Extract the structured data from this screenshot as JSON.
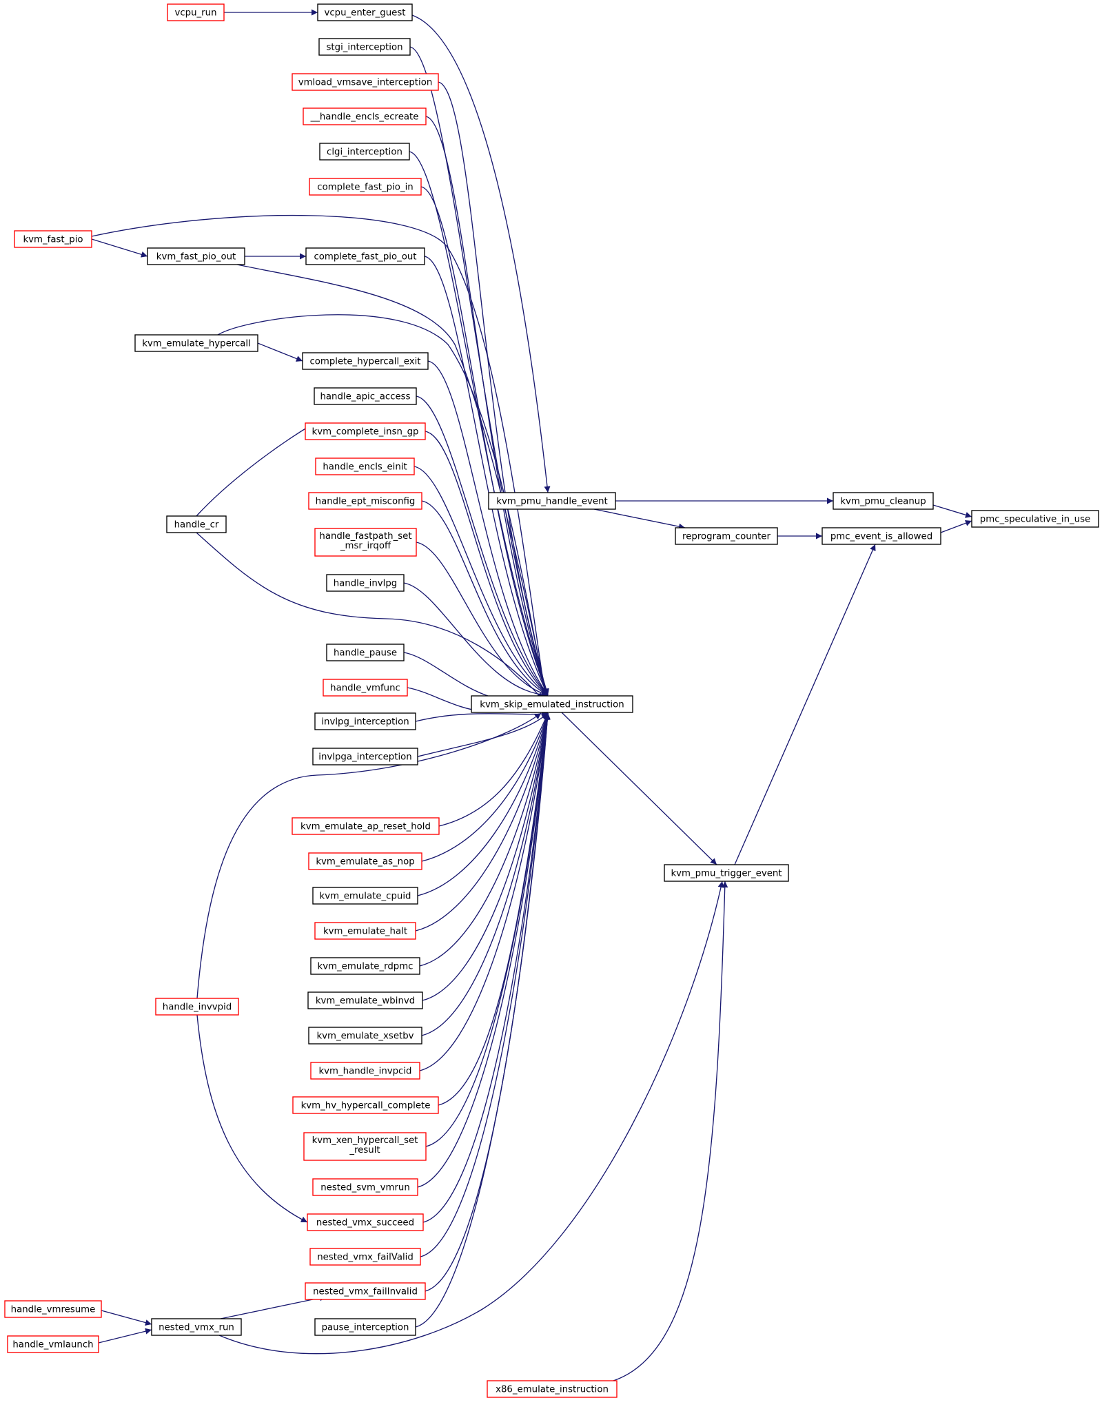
{
  "colors": {
    "edge": "#191970",
    "node_border_default": "#000000",
    "node_border_truncated": "#ff0000",
    "node_fill_focus": "#bfbfbf",
    "node_fill": "#ffffff"
  },
  "nodes": {
    "pmc_speculative_in_use": {
      "label": "pmc_speculative_in_use",
      "style": "focus"
    },
    "kvm_pmu_cleanup": {
      "label": "kvm_pmu_cleanup",
      "style": "black"
    },
    "pmc_event_is_allowed": {
      "label": "pmc_event_is_allowed",
      "style": "black"
    },
    "kvm_pmu_handle_event": {
      "label": "kvm_pmu_handle_event",
      "style": "black"
    },
    "reprogram_counter": {
      "label": "reprogram_counter",
      "style": "black"
    },
    "kvm_pmu_trigger_event": {
      "label": "kvm_pmu_trigger_event",
      "style": "black"
    },
    "kvm_skip_emulated_instruction": {
      "label": "kvm_skip_emulated_instruction",
      "style": "black"
    },
    "vcpu_enter_guest": {
      "label": "vcpu_enter_guest",
      "style": "black"
    },
    "vcpu_run": {
      "label": "vcpu_run",
      "style": "red"
    },
    "stgi_interception": {
      "label": "stgi_interception",
      "style": "black"
    },
    "vmload_vmsave_interception": {
      "label": "vmload_vmsave_interception",
      "style": "red"
    },
    "handle_encls_ecreate": {
      "label": "__handle_encls_ecreate",
      "style": "red"
    },
    "clgi_interception": {
      "label": "clgi_interception",
      "style": "black"
    },
    "complete_fast_pio_in": {
      "label": "complete_fast_pio_in",
      "style": "red"
    },
    "kvm_fast_pio": {
      "label": "kvm_fast_pio",
      "style": "red"
    },
    "kvm_fast_pio_out": {
      "label": "kvm_fast_pio_out",
      "style": "black"
    },
    "complete_fast_pio_out": {
      "label": "complete_fast_pio_out",
      "style": "black"
    },
    "kvm_emulate_hypercall": {
      "label": "kvm_emulate_hypercall",
      "style": "black"
    },
    "complete_hypercall_exit": {
      "label": "complete_hypercall_exit",
      "style": "black"
    },
    "handle_apic_access": {
      "label": "handle_apic_access",
      "style": "black"
    },
    "kvm_complete_insn_gp": {
      "label": "kvm_complete_insn_gp",
      "style": "red"
    },
    "handle_encls_einit": {
      "label": "handle_encls_einit",
      "style": "red"
    },
    "handle_ept_misconfig": {
      "label": "handle_ept_misconfig",
      "style": "red"
    },
    "handle_fastpath_set_msr_irqoff": {
      "label": "handle_fastpath_set",
      "label2": "_msr_irqoff",
      "style": "red"
    },
    "handle_invlpg": {
      "label": "handle_invlpg",
      "style": "black"
    },
    "handle_cr": {
      "label": "handle_cr",
      "style": "black"
    },
    "handle_pause": {
      "label": "handle_pause",
      "style": "black"
    },
    "handle_vmfunc": {
      "label": "handle_vmfunc",
      "style": "red"
    },
    "invlpg_interception": {
      "label": "invlpg_interception",
      "style": "black"
    },
    "invlpga_interception": {
      "label": "invlpga_interception",
      "style": "black"
    },
    "kvm_emulate_ap_reset_hold": {
      "label": "kvm_emulate_ap_reset_hold",
      "style": "red"
    },
    "kvm_emulate_as_nop": {
      "label": "kvm_emulate_as_nop",
      "style": "red"
    },
    "kvm_emulate_cpuid": {
      "label": "kvm_emulate_cpuid",
      "style": "black"
    },
    "kvm_emulate_halt": {
      "label": "kvm_emulate_halt",
      "style": "red"
    },
    "kvm_emulate_rdpmc": {
      "label": "kvm_emulate_rdpmc",
      "style": "black"
    },
    "kvm_emulate_wbinvd": {
      "label": "kvm_emulate_wbinvd",
      "style": "black"
    },
    "kvm_emulate_xsetbv": {
      "label": "kvm_emulate_xsetbv",
      "style": "black"
    },
    "kvm_handle_invpcid": {
      "label": "kvm_handle_invpcid",
      "style": "red"
    },
    "handle_invvpid": {
      "label": "handle_invvpid",
      "style": "red"
    },
    "kvm_hv_hypercall_complete": {
      "label": "kvm_hv_hypercall_complete",
      "style": "red"
    },
    "kvm_xen_hypercall_set_result": {
      "label": "kvm_xen_hypercall_set",
      "label2": "_result",
      "style": "red"
    },
    "nested_svm_vmrun": {
      "label": "nested_svm_vmrun",
      "style": "red"
    },
    "nested_vmx_succeed": {
      "label": "nested_vmx_succeed",
      "style": "red"
    },
    "nested_vmx_failValid": {
      "label": "nested_vmx_failValid",
      "style": "red"
    },
    "nested_vmx_failInvalid": {
      "label": "nested_vmx_failInvalid",
      "style": "red"
    },
    "pause_interception": {
      "label": "pause_interception",
      "style": "black"
    },
    "handle_vmresume": {
      "label": "handle_vmresume",
      "style": "red"
    },
    "handle_vmlaunch": {
      "label": "handle_vmlaunch",
      "style": "red"
    },
    "nested_vmx_run": {
      "label": "nested_vmx_run",
      "style": "black"
    },
    "x86_emulate_instruction": {
      "label": "x86_emulate_instruction",
      "style": "red"
    }
  },
  "edges": [
    [
      "kvm_pmu_cleanup",
      "pmc_speculative_in_use"
    ],
    [
      "pmc_event_is_allowed",
      "pmc_speculative_in_use"
    ],
    [
      "kvm_pmu_handle_event",
      "kvm_pmu_cleanup"
    ],
    [
      "reprogram_counter",
      "pmc_event_is_allowed"
    ],
    [
      "kvm_pmu_trigger_event",
      "pmc_event_is_allowed"
    ],
    [
      "kvm_pmu_handle_event",
      "reprogram_counter"
    ],
    [
      "vcpu_enter_guest",
      "kvm_pmu_handle_event"
    ],
    [
      "vcpu_run",
      "vcpu_enter_guest"
    ],
    [
      "kvm_skip_emulated_instruction",
      "kvm_pmu_trigger_event"
    ],
    [
      "x86_emulate_instruction",
      "kvm_pmu_trigger_event"
    ],
    [
      "nested_vmx_run",
      "kvm_pmu_trigger_event"
    ],
    [
      "kvm_fast_pio",
      "kvm_fast_pio_out"
    ],
    [
      "kvm_fast_pio_out",
      "complete_fast_pio_out"
    ],
    [
      "kvm_emulate_hypercall",
      "complete_hypercall_exit"
    ],
    [
      "handle_cr",
      "kvm_complete_insn_gp"
    ],
    [
      "handle_invvpid",
      "nested_vmx_succeed"
    ],
    [
      "nested_vmx_run",
      "nested_vmx_failInvalid"
    ],
    [
      "handle_vmresume",
      "nested_vmx_run"
    ],
    [
      "handle_vmlaunch",
      "nested_vmx_run"
    ],
    [
      "stgi_interception",
      "kvm_skip_emulated_instruction"
    ],
    [
      "vmload_vmsave_interception",
      "kvm_skip_emulated_instruction"
    ],
    [
      "handle_encls_ecreate",
      "kvm_skip_emulated_instruction"
    ],
    [
      "clgi_interception",
      "kvm_skip_emulated_instruction"
    ],
    [
      "complete_fast_pio_in",
      "kvm_skip_emulated_instruction"
    ],
    [
      "kvm_fast_pio",
      "kvm_skip_emulated_instruction"
    ],
    [
      "complete_fast_pio_out",
      "kvm_skip_emulated_instruction"
    ],
    [
      "kvm_fast_pio_out",
      "kvm_skip_emulated_instruction"
    ],
    [
      "kvm_emulate_hypercall",
      "kvm_skip_emulated_instruction"
    ],
    [
      "complete_hypercall_exit",
      "kvm_skip_emulated_instruction"
    ],
    [
      "handle_apic_access",
      "kvm_skip_emulated_instruction"
    ],
    [
      "kvm_complete_insn_gp",
      "kvm_skip_emulated_instruction"
    ],
    [
      "handle_encls_einit",
      "kvm_skip_emulated_instruction"
    ],
    [
      "handle_ept_misconfig",
      "kvm_skip_emulated_instruction"
    ],
    [
      "handle_fastpath_set_msr_irqoff",
      "kvm_skip_emulated_instruction"
    ],
    [
      "handle_invlpg",
      "kvm_skip_emulated_instruction"
    ],
    [
      "handle_cr",
      "kvm_skip_emulated_instruction"
    ],
    [
      "handle_pause",
      "kvm_skip_emulated_instruction"
    ],
    [
      "handle_vmfunc",
      "kvm_skip_emulated_instruction"
    ],
    [
      "invlpg_interception",
      "kvm_skip_emulated_instruction"
    ],
    [
      "invlpga_interception",
      "kvm_skip_emulated_instruction"
    ],
    [
      "handle_invvpid",
      "kvm_skip_emulated_instruction"
    ],
    [
      "kvm_emulate_ap_reset_hold",
      "kvm_skip_emulated_instruction"
    ],
    [
      "kvm_emulate_as_nop",
      "kvm_skip_emulated_instruction"
    ],
    [
      "kvm_emulate_cpuid",
      "kvm_skip_emulated_instruction"
    ],
    [
      "kvm_emulate_halt",
      "kvm_skip_emulated_instruction"
    ],
    [
      "kvm_emulate_rdpmc",
      "kvm_skip_emulated_instruction"
    ],
    [
      "kvm_emulate_wbinvd",
      "kvm_skip_emulated_instruction"
    ],
    [
      "kvm_emulate_xsetbv",
      "kvm_skip_emulated_instruction"
    ],
    [
      "kvm_handle_invpcid",
      "kvm_skip_emulated_instruction"
    ],
    [
      "kvm_hv_hypercall_complete",
      "kvm_skip_emulated_instruction"
    ],
    [
      "kvm_xen_hypercall_set_result",
      "kvm_skip_emulated_instruction"
    ],
    [
      "nested_svm_vmrun",
      "kvm_skip_emulated_instruction"
    ],
    [
      "nested_vmx_succeed",
      "kvm_skip_emulated_instruction"
    ],
    [
      "nested_vmx_failValid",
      "kvm_skip_emulated_instruction"
    ],
    [
      "nested_vmx_failInvalid",
      "kvm_skip_emulated_instruction"
    ],
    [
      "pause_interception",
      "kvm_skip_emulated_instruction"
    ]
  ]
}
